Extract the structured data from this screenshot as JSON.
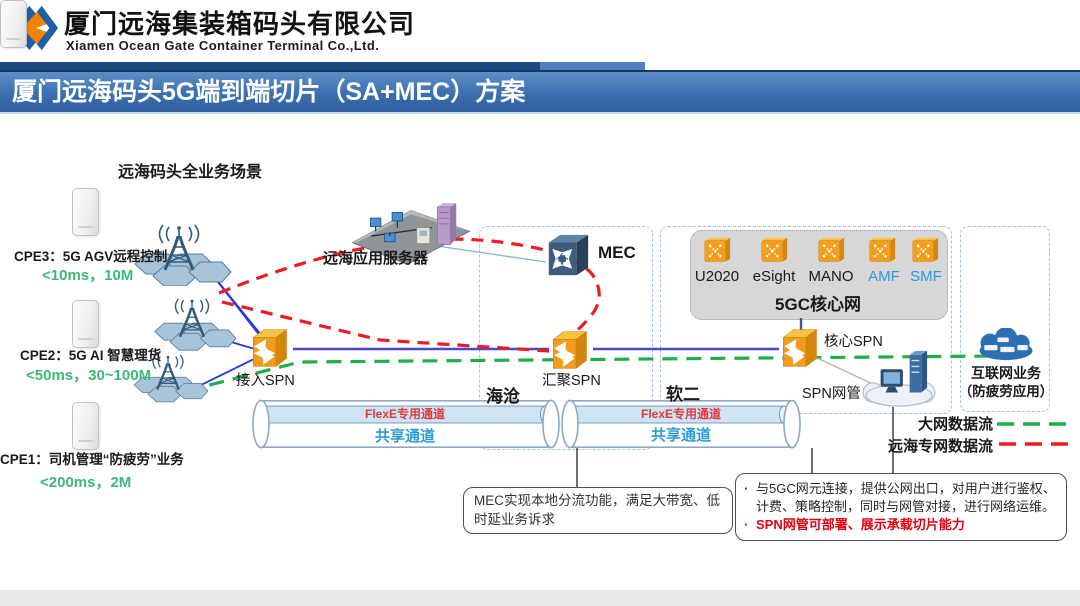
{
  "header": {
    "company_cn": "厦门远海集装箱码头有限公司",
    "company_en": "Xiamen Ocean Gate Container Terminal Co.,Ltd."
  },
  "title_bar": {
    "title": "厦门远海码头5G端到端切片（SA+MEC）方案"
  },
  "diagram": {
    "scene_title": "远海码头全业务场景",
    "cpe_items": [
      {
        "name": "CPE3：5G AGV远程控制",
        "metric": "<10ms，10M"
      },
      {
        "name": "CPE2：5G AI 智慧理货",
        "metric": "<50ms，30~100M"
      },
      {
        "name": "CPE1：司机管理“防疲劳”业务",
        "metric": "<200ms，2M"
      }
    ],
    "app_server_label": "远海应用服务器",
    "mec_label": "MEC",
    "spn_nodes": [
      {
        "label": "接入SPN"
      },
      {
        "label": "汇聚SPN"
      },
      {
        "label": "核心SPN"
      }
    ],
    "core_box": {
      "title": "5GC核心网",
      "elements": [
        {
          "label": "U2020",
          "color": "#1a1a1a"
        },
        {
          "label": "eSight",
          "color": "#1a1a1a"
        },
        {
          "label": "MANO",
          "color": "#1a1a1a"
        },
        {
          "label": "AMF",
          "color": "#2e9bd6"
        },
        {
          "label": "SMF",
          "color": "#2e9bd6"
        }
      ]
    },
    "sites": [
      "海沧",
      "软二"
    ],
    "pipes": [
      {
        "dedicated": "FlexE专用通道",
        "shared": "共享通道"
      },
      {
        "dedicated": "FlexE专用通道",
        "shared": "共享通道"
      }
    ],
    "nm_label": "SPN网管",
    "internet": {
      "line1": "互联网业务",
      "line2": "（防疲劳应用）"
    },
    "legend": [
      {
        "label": "大网数据流",
        "color": "#1fae4b"
      },
      {
        "label": "远海专网数据流",
        "color": "#ec1c24"
      }
    ],
    "callouts": [
      {
        "text": "MEC实现本地分流功能，满足大带宽、低时延业务诉求"
      },
      {
        "bullets": [
          {
            "text": "与5GC网元连接，提供公网出口，对用户进行鉴权、计费、策略控制，同时与网管对接，进行网络运维。",
            "color": "#262626"
          },
          {
            "text": "SPN网管可部署、展示承载切片能力",
            "color": "#e60012"
          }
        ]
      }
    ]
  },
  "colors": {
    "title_bar_blue": "#3b6fad",
    "flow_green": "#1fae4b",
    "flow_red": "#ec1c24",
    "metric_green": "#3cb878",
    "nf_label_blue": "#2e9bd6",
    "flexe_red": "#e03a3e",
    "callout_red": "#e60012"
  }
}
